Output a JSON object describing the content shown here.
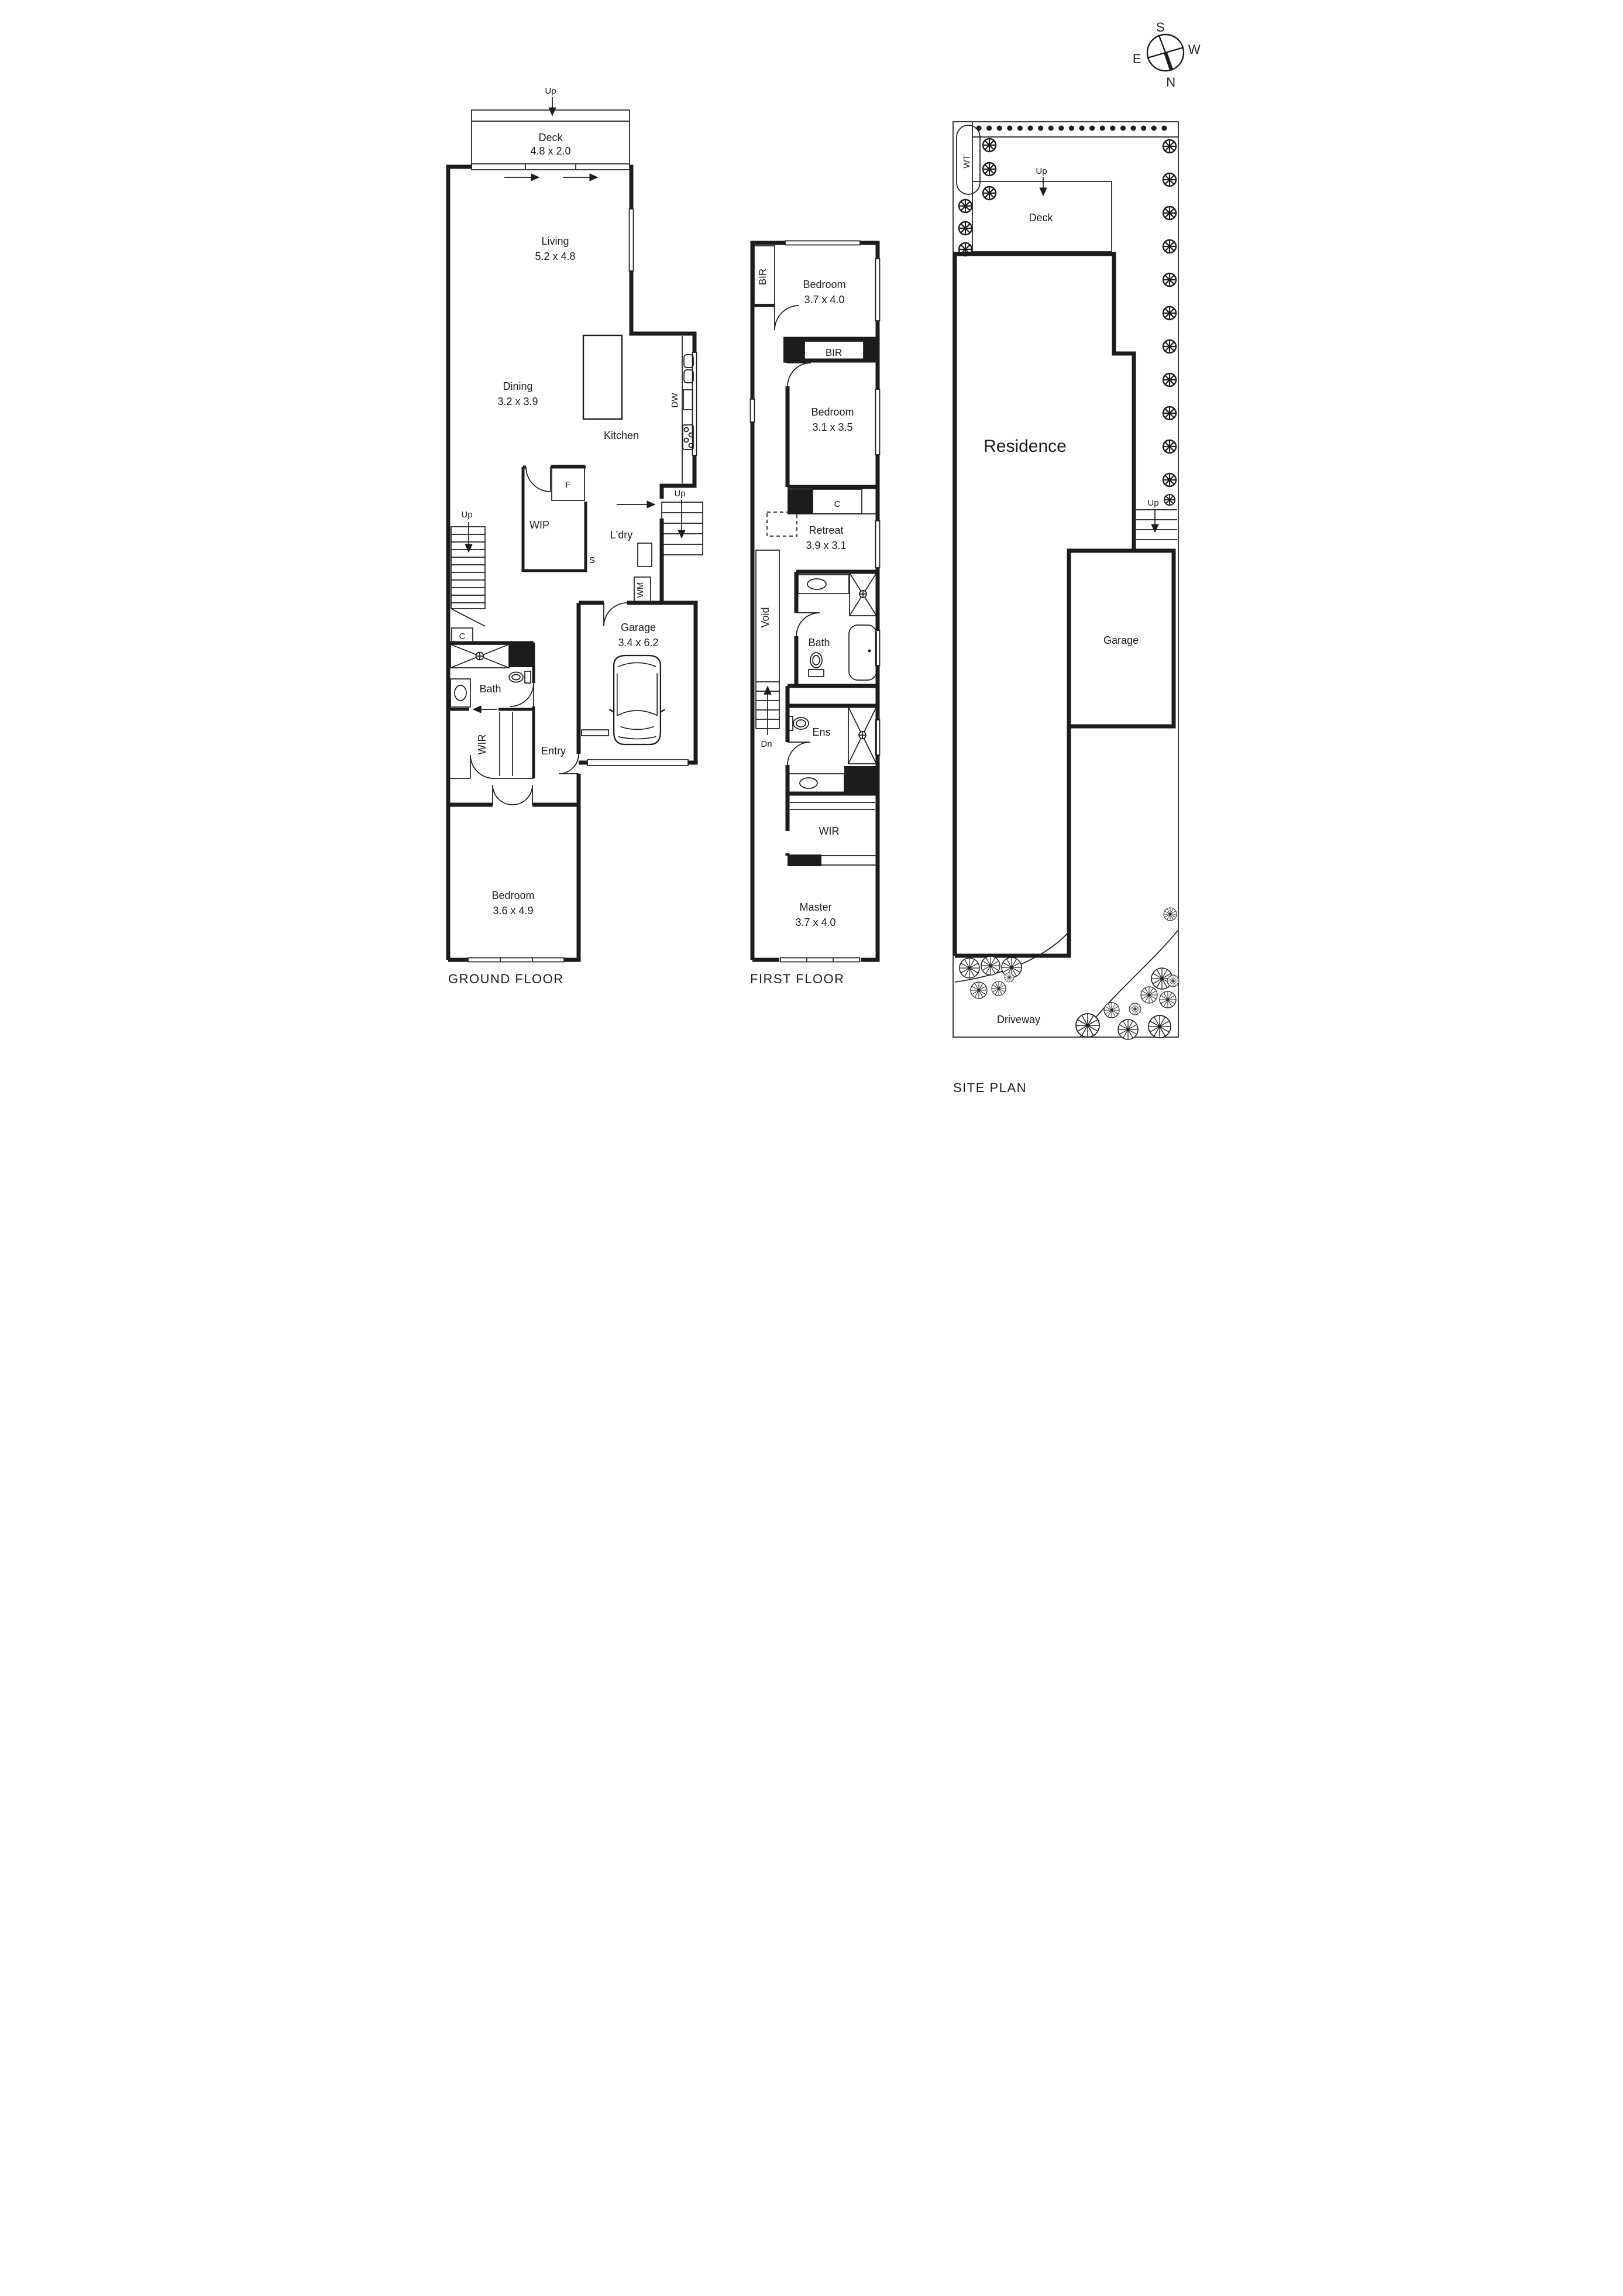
{
  "compass": {
    "north": "N",
    "south": "S",
    "east": "E",
    "west": "W"
  },
  "ground_floor": {
    "title": "GROUND FLOOR",
    "deck": {
      "name": "Deck",
      "dims": "4.8 x 2.0"
    },
    "deck_stairs_label": "Up",
    "living": {
      "name": "Living",
      "dims": "5.2 x 4.8"
    },
    "dining": {
      "name": "Dining",
      "dims": "3.2 x 3.9"
    },
    "kitchen": {
      "name": "Kitchen",
      "dishwasher_label": "DW",
      "fridge_label": "F",
      "sink_label": "S"
    },
    "pantry_label": "WIP",
    "laundry_label": "L'dry",
    "washing_machine_label": "WM",
    "internal_stairs_label": "Up",
    "side_stairs_label": "Up",
    "cupboard_label": "C",
    "bath_label": "Bath",
    "wir_label": "WIR",
    "entry_label": "Entry",
    "garage": {
      "name": "Garage",
      "dims": "3.4 x 6.2"
    },
    "bedroom": {
      "name": "Bedroom",
      "dims": "3.6 x 4.9"
    }
  },
  "first_floor": {
    "title": "FIRST FLOOR",
    "bir_closet_label": "BIR",
    "bedroom1": {
      "name": "Bedroom",
      "dims": "3.7 x 4.0"
    },
    "bir_robe_label": "BIR",
    "bedroom2": {
      "name": "Bedroom",
      "dims": "3.1 x 3.5"
    },
    "cupboard_label": "C",
    "retreat": {
      "name": "Retreat",
      "dims": "3.9 x 3.1"
    },
    "void_label": "Void",
    "stairs_label": "Dn",
    "bath_label": "Bath",
    "ensuite_label": "Ens",
    "wir_label": "WIR",
    "master": {
      "name": "Master",
      "dims": "3.7 x 4.0"
    }
  },
  "site_plan": {
    "title": "SITE PLAN",
    "water_tank_label": "WT",
    "deck_label": "Deck",
    "deck_stairs_label": "Up",
    "residence_label": "Residence",
    "garage_label": "Garage",
    "side_stairs_label": "Up",
    "driveway_label": "Driveway"
  }
}
